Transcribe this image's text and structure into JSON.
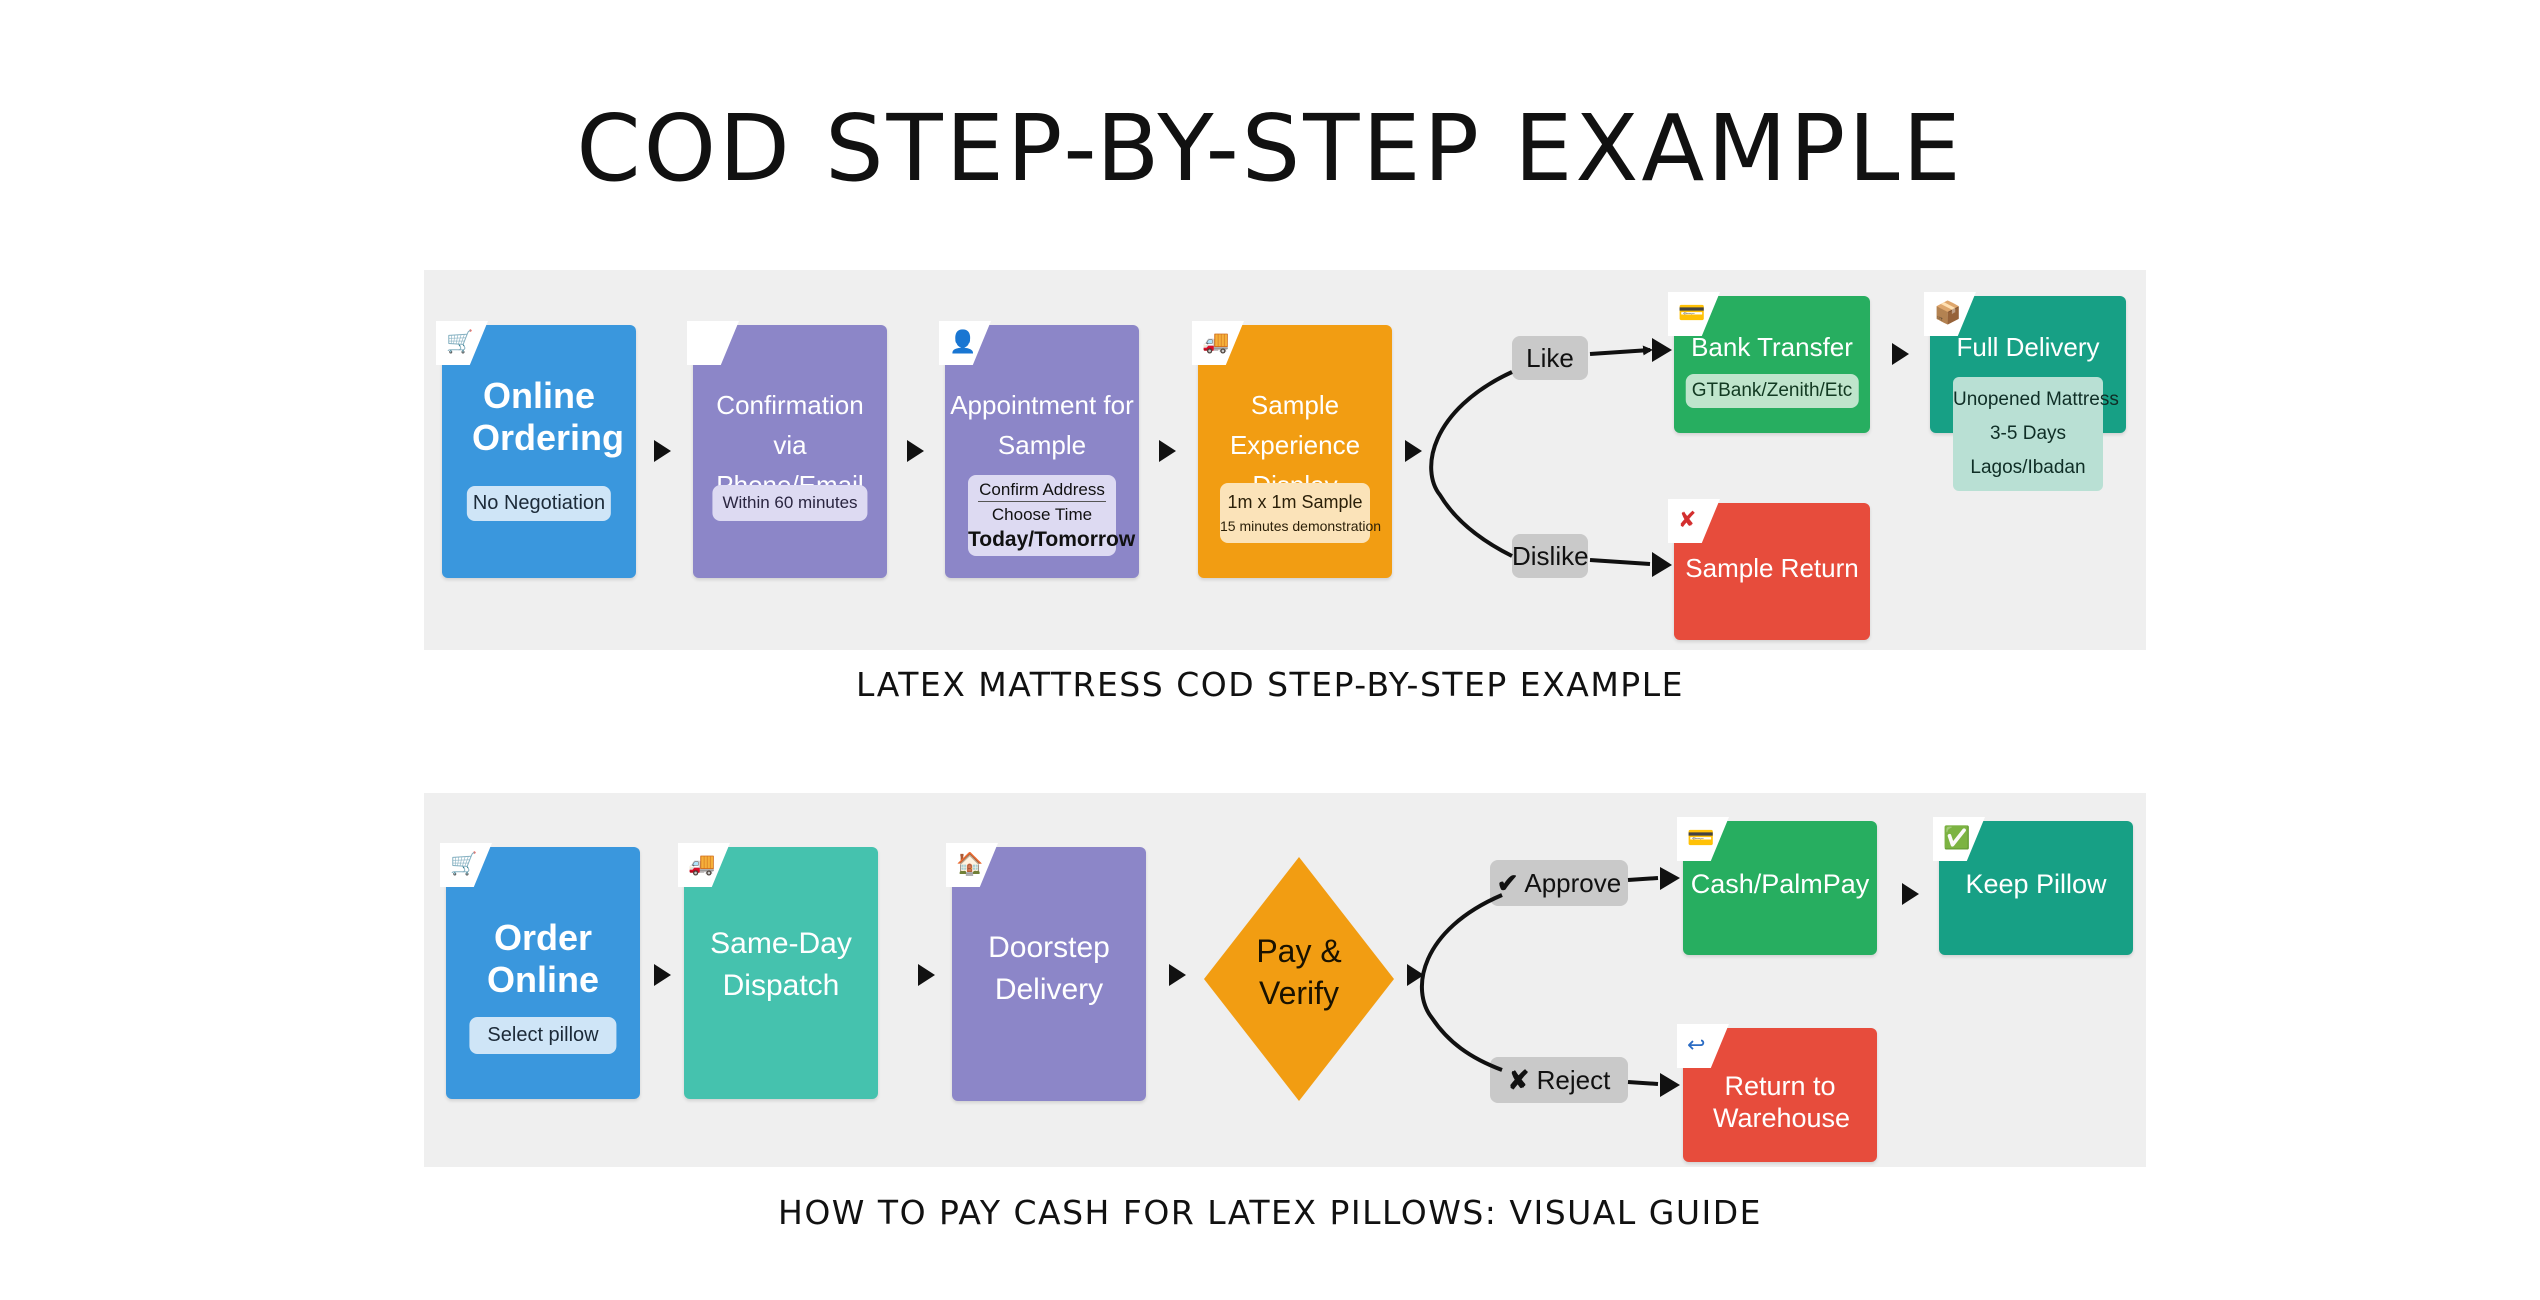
{
  "title": "COD STEP-BY-STEP EXAMPLE",
  "colors": {
    "blue": "#3a97dd",
    "purple": "#8c86c8",
    "orange": "#f29d12",
    "green": "#27ae60",
    "teal": "#17a085",
    "mint": "#45c2ae",
    "red": "#e74c3c",
    "panel": "#efefef"
  },
  "mattress": {
    "caption": "LATEX MATTRESS COD STEP-BY-STEP EXAMPLE",
    "online_ordering": {
      "title": "Online Ordering",
      "tag": "No Negotiation",
      "icon": "shopping-cart-icon"
    },
    "confirmation": {
      "title": "Confirmation via Phone/Email",
      "tag": "Within 60 minutes",
      "icon": "phone-icon"
    },
    "appointment": {
      "title": "Appointment for Sample Delivery",
      "line1": "Confirm Address",
      "line2": "Choose Time",
      "line3": "Today/Tomorrow",
      "icon": "person-chat-icon"
    },
    "sample_display": {
      "title": "Sample Experience Display",
      "line1": "1m x 1m Sample",
      "line2": "15 minutes demonstration",
      "icon": "delivery-truck-icon"
    },
    "like_label": "Like",
    "dislike_label": "Dislike",
    "bank_transfer": {
      "title": "Bank Transfer",
      "tag": "GTBank/Zenith/Etc",
      "icon": "card-icon"
    },
    "full_delivery": {
      "title": "Full Delivery",
      "line1": "Unopened Mattress",
      "line2": "3-5 Days",
      "line3": "Lagos/Ibadan",
      "icon": "package-icon"
    },
    "sample_return": {
      "title": "Sample Return",
      "icon": "cross-mark-icon"
    }
  },
  "pillow": {
    "caption": "HOW TO PAY CASH FOR LATEX PILLOWS: VISUAL GUIDE",
    "order_online": {
      "title": "Order Online",
      "tag": "Select pillow",
      "icon": "shopping-cart-icon"
    },
    "dispatch": {
      "title": "Same-Day Dispatch",
      "icon": "delivery-truck-icon"
    },
    "doorstep": {
      "title": "Doorstep Delivery",
      "icon": "house-icon"
    },
    "pay_verify": {
      "title": "Pay & Verify"
    },
    "approve_label": "Approve",
    "approve_icon": "✔",
    "reject_label": "Reject",
    "reject_icon": "✘",
    "cash": {
      "title": "Cash/PalmPay",
      "icon": "card-icon"
    },
    "keep": {
      "title": "Keep Pillow",
      "icon": "check-box-icon"
    },
    "return": {
      "title": "Return to Warehouse",
      "icon": "return-arrow-icon"
    }
  }
}
